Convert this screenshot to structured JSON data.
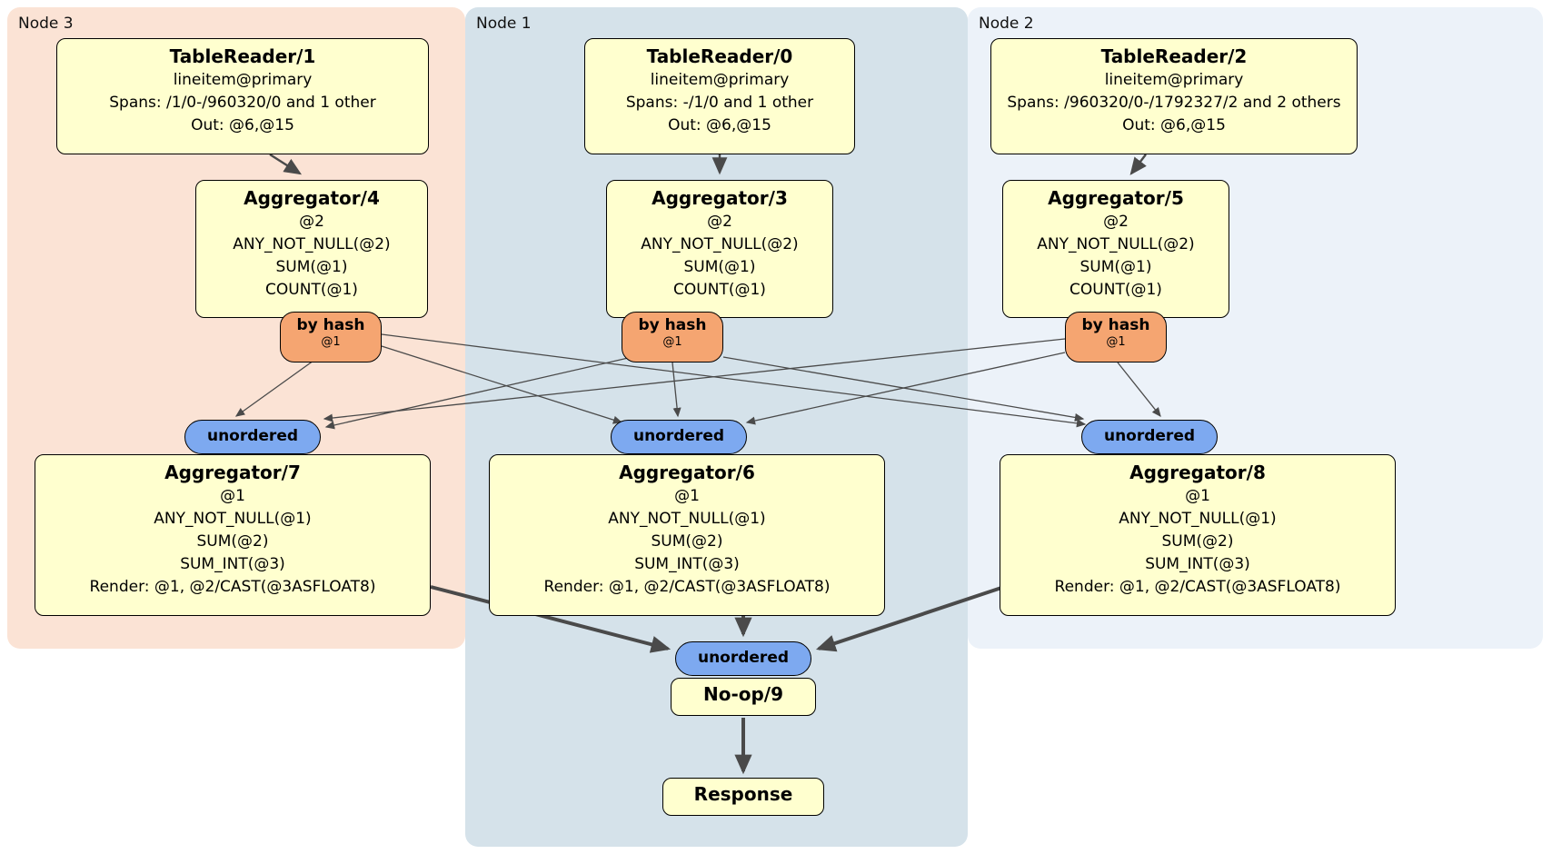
{
  "regions": {
    "node3": {
      "label": "Node 3"
    },
    "node1": {
      "label": "Node 1"
    },
    "node2": {
      "label": "Node 2"
    }
  },
  "boxes": {
    "tr1": {
      "title": "TableReader/1",
      "lines": [
        "lineitem@primary",
        "Spans: /1/0-/960320/0 and 1 other",
        "Out: @6,@15"
      ]
    },
    "tr0": {
      "title": "TableReader/0",
      "lines": [
        "lineitem@primary",
        "Spans: -/1/0 and 1 other",
        "Out: @6,@15"
      ]
    },
    "tr2": {
      "title": "TableReader/2",
      "lines": [
        "lineitem@primary",
        "Spans: /960320/0-/1792327/2 and 2 others",
        "Out: @6,@15"
      ]
    },
    "agg4": {
      "title": "Aggregator/4",
      "lines": [
        "@2",
        "ANY_NOT_NULL(@2)",
        "SUM(@1)",
        "COUNT(@1)"
      ]
    },
    "agg3": {
      "title": "Aggregator/3",
      "lines": [
        "@2",
        "ANY_NOT_NULL(@2)",
        "SUM(@1)",
        "COUNT(@1)"
      ]
    },
    "agg5": {
      "title": "Aggregator/5",
      "lines": [
        "@2",
        "ANY_NOT_NULL(@2)",
        "SUM(@1)",
        "COUNT(@1)"
      ]
    },
    "agg7": {
      "title": "Aggregator/7",
      "lines": [
        "@1",
        "ANY_NOT_NULL(@1)",
        "SUM(@2)",
        "SUM_INT(@3)",
        "Render: @1, @2/CAST(@3ASFLOAT8)"
      ]
    },
    "agg6": {
      "title": "Aggregator/6",
      "lines": [
        "@1",
        "ANY_NOT_NULL(@1)",
        "SUM(@2)",
        "SUM_INT(@3)",
        "Render: @1, @2/CAST(@3ASFLOAT8)"
      ]
    },
    "agg8": {
      "title": "Aggregator/8",
      "lines": [
        "@1",
        "ANY_NOT_NULL(@1)",
        "SUM(@2)",
        "SUM_INT(@3)",
        "Render: @1, @2/CAST(@3ASFLOAT8)"
      ]
    },
    "noop": {
      "title": "No-op/9"
    },
    "response": {
      "title": "Response"
    }
  },
  "pills": {
    "byhash": {
      "label": "by hash",
      "sub": "@1"
    },
    "unordered": {
      "label": "unordered"
    }
  },
  "colors": {
    "region_node3": "#fbe3d5",
    "region_node1": "#d5e2ea",
    "region_node2": "#ecf2f9",
    "box_fill": "#ffffcf",
    "router_fill": "#f5a571",
    "sync_fill": "#7da9f0",
    "edge": "#4a4a4a"
  }
}
